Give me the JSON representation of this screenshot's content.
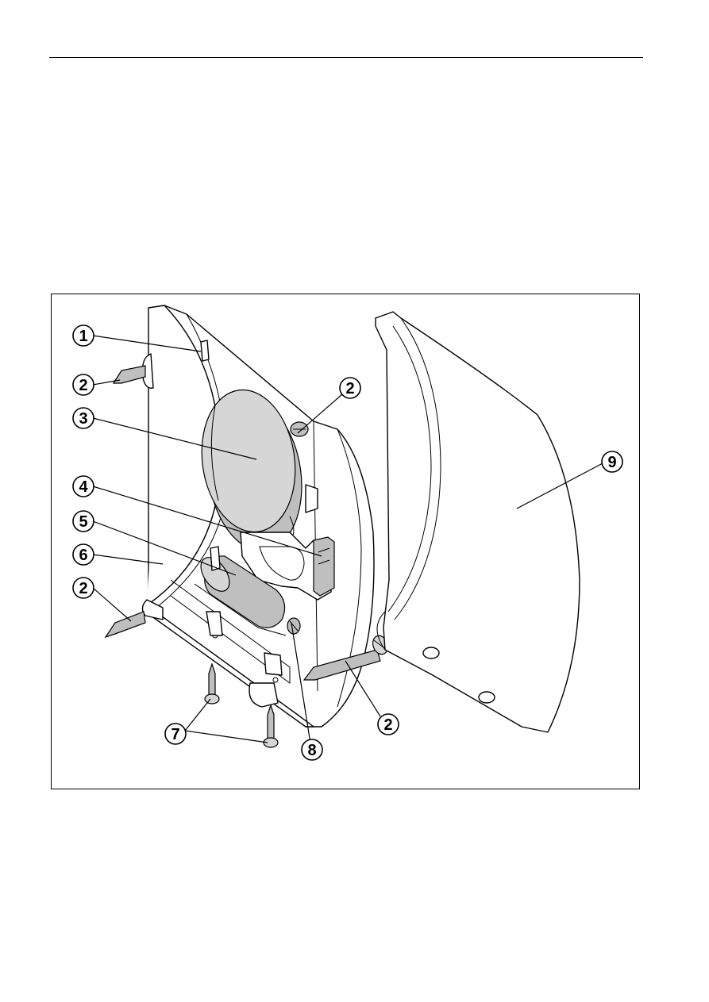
{
  "figure": {
    "callouts": [
      {
        "id": "c1",
        "label": "1"
      },
      {
        "id": "c2a",
        "label": "2"
      },
      {
        "id": "c2b",
        "label": "2"
      },
      {
        "id": "c3",
        "label": "3"
      },
      {
        "id": "c4",
        "label": "4"
      },
      {
        "id": "c5",
        "label": "5"
      },
      {
        "id": "c6",
        "label": "6"
      },
      {
        "id": "c2c",
        "label": "2"
      },
      {
        "id": "c2d",
        "label": "2"
      },
      {
        "id": "c7",
        "label": "7"
      },
      {
        "id": "c8",
        "label": "8"
      },
      {
        "id": "c9",
        "label": "9"
      }
    ]
  }
}
